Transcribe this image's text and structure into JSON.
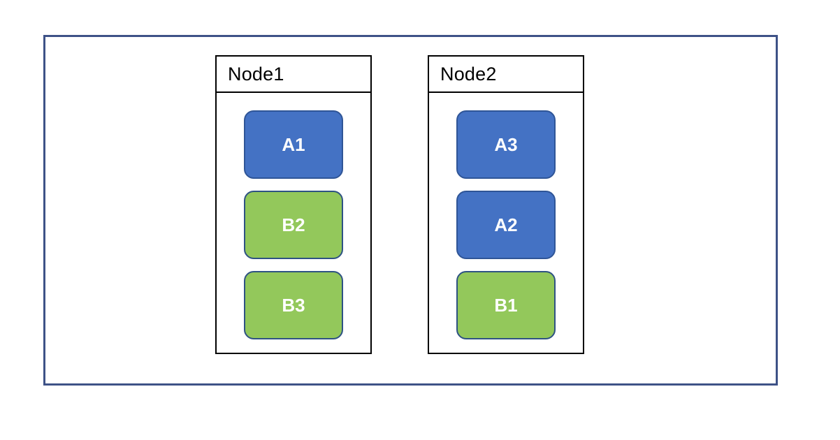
{
  "diagram": {
    "type": "grouped-boxes",
    "nodes": [
      {
        "label": "Node1",
        "items": [
          {
            "label": "A1",
            "color": "blue"
          },
          {
            "label": "B2",
            "color": "green"
          },
          {
            "label": "B3",
            "color": "green"
          }
        ]
      },
      {
        "label": "Node2",
        "items": [
          {
            "label": "A3",
            "color": "blue"
          },
          {
            "label": "A2",
            "color": "blue"
          },
          {
            "label": "B1",
            "color": "green"
          }
        ]
      }
    ],
    "colors": {
      "blue_fill": "#4472C4",
      "blue_border": "#2F5597",
      "green_fill": "#93C85B",
      "green_border": "#2E5283",
      "outer_border": "#3E5287",
      "node_border": "#000000",
      "item_text": "#FFFFFF",
      "node_title_text": "#000000"
    }
  }
}
